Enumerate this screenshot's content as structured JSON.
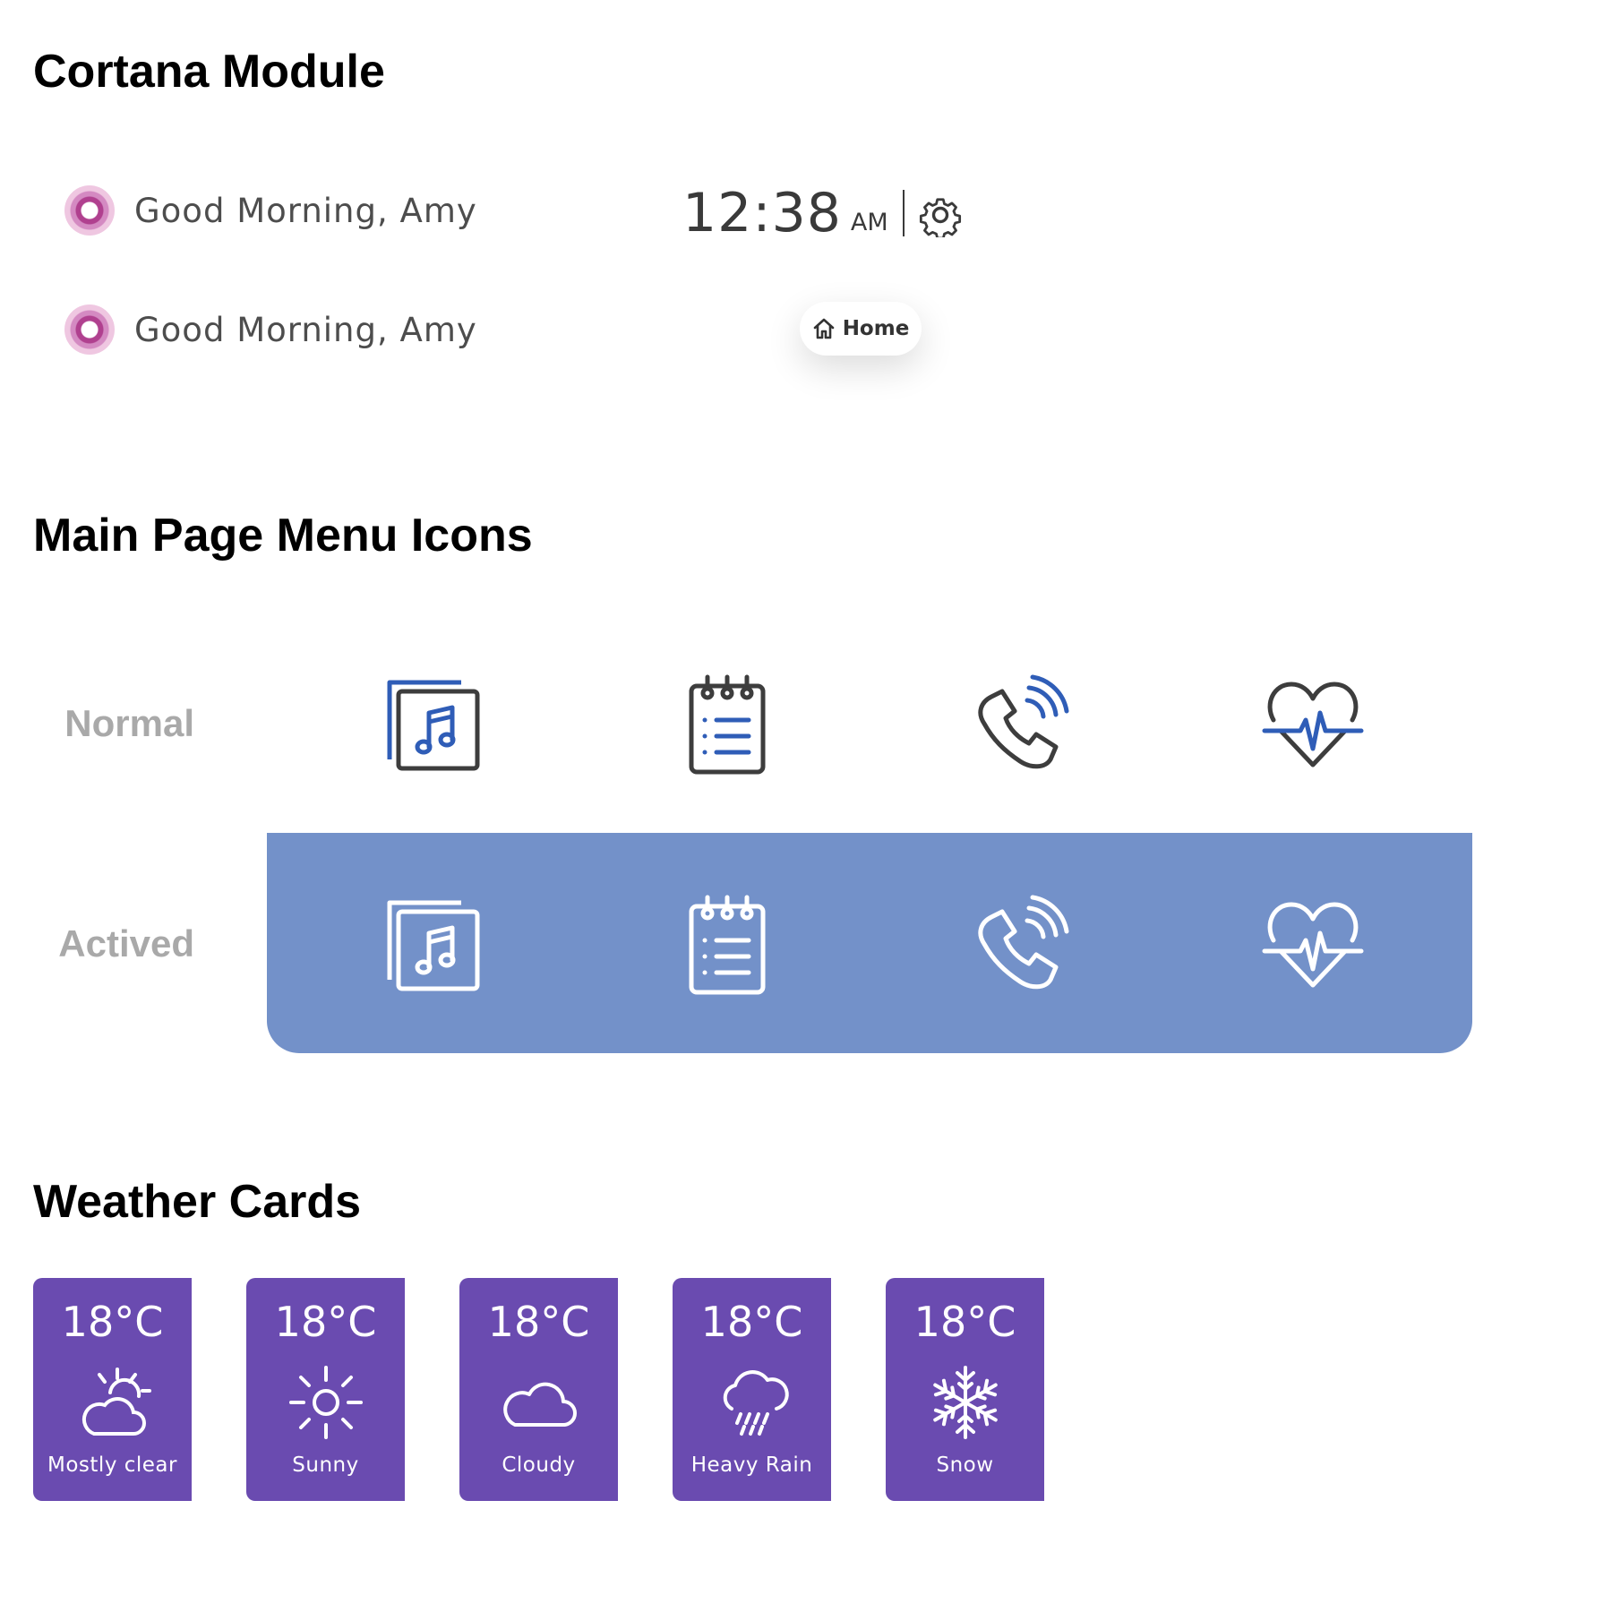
{
  "sections": {
    "cortana": "Cortana Module",
    "menu_icons": "Main Page Menu Icons",
    "weather": "Weather Cards"
  },
  "cortana": {
    "greeting_1": "Good Morning, Amy",
    "greeting_2": "Good Morning, Amy",
    "time": "12:38",
    "ampm": "AM",
    "home_label": "Home"
  },
  "menu": {
    "normal_label": "Normal",
    "active_label": "Actived",
    "icons": [
      "music-library-icon",
      "notepad-list-icon",
      "phone-call-icon",
      "heart-rate-icon"
    ]
  },
  "weather": [
    {
      "temp": "18°C",
      "condition": "Mostly clear",
      "icon": "partly-cloudy-icon"
    },
    {
      "temp": "18°C",
      "condition": "Sunny",
      "icon": "sun-icon"
    },
    {
      "temp": "18°C",
      "condition": "Cloudy",
      "icon": "cloud-icon"
    },
    {
      "temp": "18°C",
      "condition": "Heavy Rain",
      "icon": "rain-cloud-icon"
    },
    {
      "temp": "18°C",
      "condition": "Snow",
      "icon": "snowflake-icon"
    }
  ],
  "colors": {
    "accent_blue": "#2f5db7",
    "icon_dark": "#3d3d3d",
    "active_band": "#7391c9",
    "weather_card": "#6a4bb0",
    "orb": "#b0408f"
  }
}
